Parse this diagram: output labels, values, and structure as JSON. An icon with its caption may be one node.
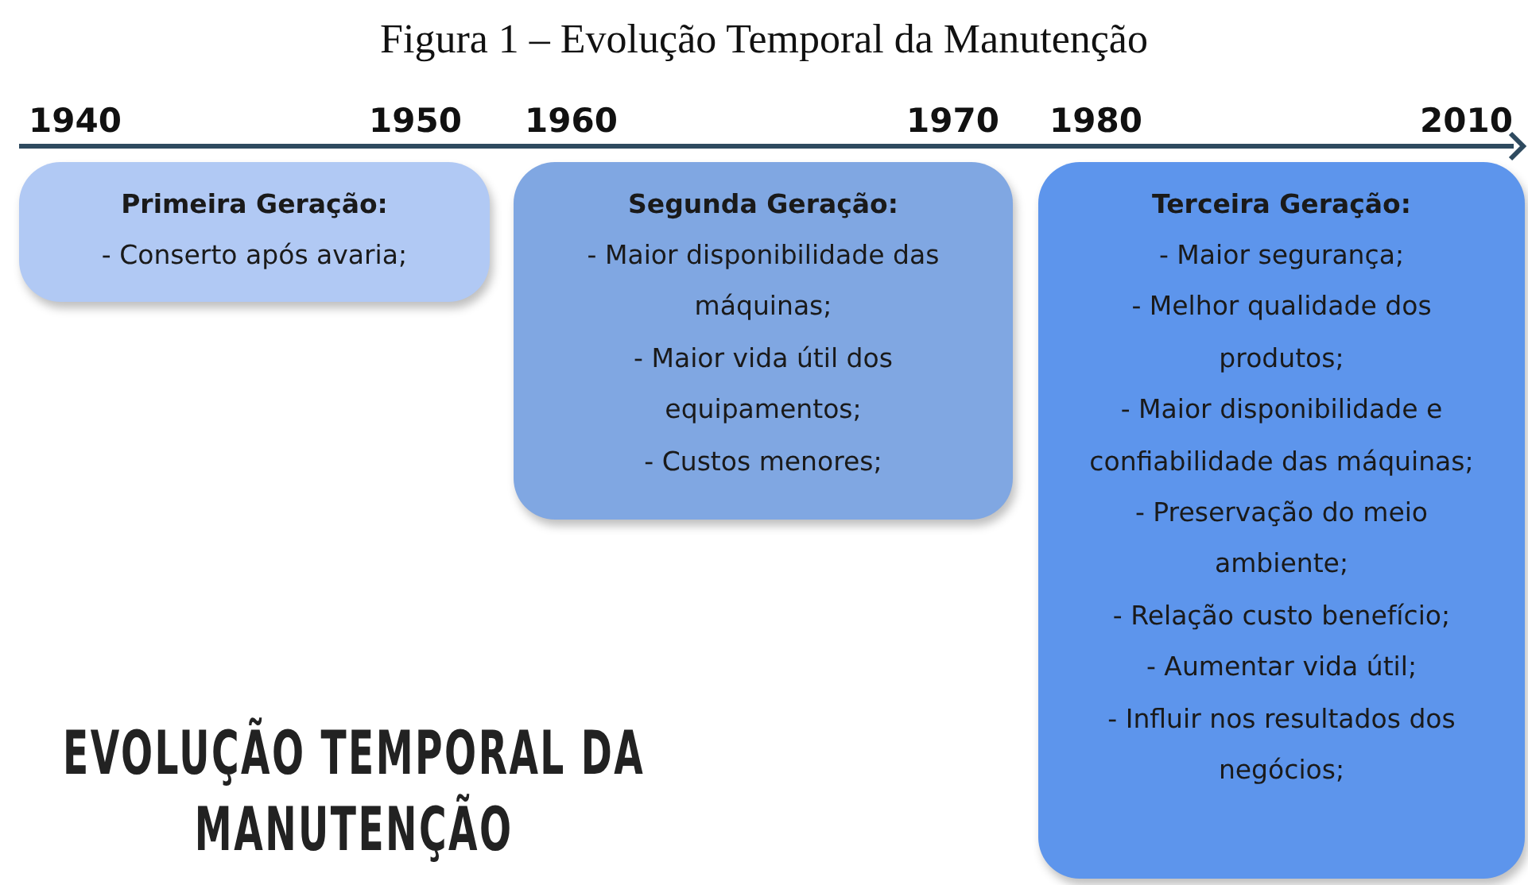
{
  "diagram": {
    "title": "Figura 1 – Evolução Temporal da Manutenção",
    "nodes": [
      {
        "text": [
          "Primeira Geração:",
          "- Conserto após avaria;"
        ]
      },
      {
        "text": [
          "Segunda Geração:",
          "- Maior disponibilidade das máquinas;",
          "- Maior vida útil dos equipamentos;",
          "- Custos menores;"
        ]
      },
      {
        "text": [
          "Terceira Geração:",
          "- Maior segurança;",
          "- Melhor qualidade dos produtos;",
          "- Maior disponibilidade e confiabilidade das máquinas;",
          "- Preservação do meio ambiente;",
          "- Relação custo benefício;",
          "- Aumentar vida útil;",
          "- Influir nos resultados dos negócios;"
        ]
      }
    ],
    "labels": [
      "1940",
      "1950",
      "1960",
      "1970",
      "1980",
      "2010",
      "EVOLUÇÃO TEMPORAL DA MANUTENÇÃO"
    ]
  }
}
